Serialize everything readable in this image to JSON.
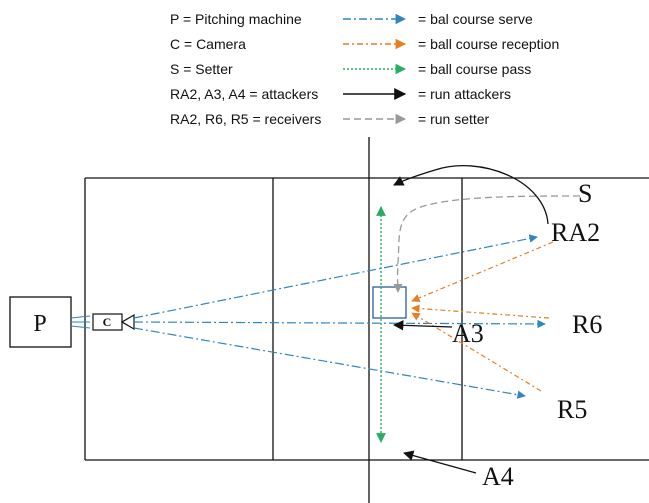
{
  "legend": {
    "items": [
      {
        "key": "P = Pitching machine",
        "style": "serve",
        "meaning": "= bal course serve"
      },
      {
        "key": "C = Camera",
        "style": "reception",
        "meaning": "= ball course reception"
      },
      {
        "key": "S = Setter",
        "style": "pass",
        "meaning": "= ball course pass"
      },
      {
        "key": "RA2, A3, A4 = attackers",
        "style": "attacker",
        "meaning": "= run attackers"
      },
      {
        "key": "RA2, R6, R5 = receivers",
        "style": "setter",
        "meaning": "= run setter"
      }
    ]
  },
  "labels": {
    "pitching_machine": "P",
    "camera": "C",
    "setter": "S",
    "ra2": "RA2",
    "r6": "R6",
    "a3": "A3",
    "r5": "R5",
    "a4": "A4"
  },
  "colors": {
    "serve": "#2e86c1",
    "reception": "#e67e22",
    "pass": "#27ae60",
    "attacker": "#111111",
    "setter": "#999999",
    "box": "#2e5aa8"
  }
}
